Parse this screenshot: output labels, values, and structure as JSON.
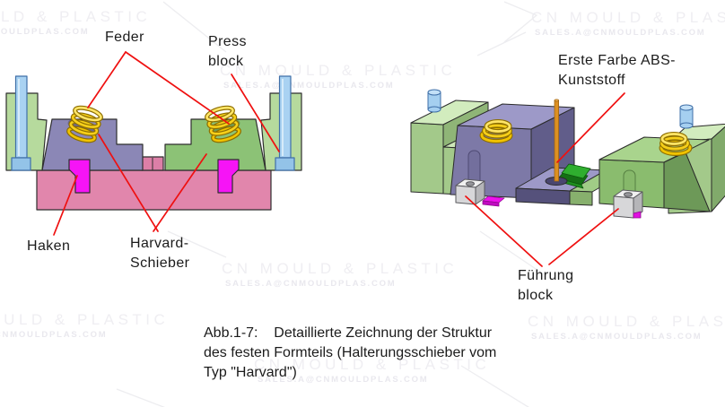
{
  "watermark": {
    "brand": "CN MOULD & PLASTIC",
    "email": "SALES.A@CNMOULDPLAS.COM"
  },
  "left_view": {
    "label_feder": "Feder",
    "label_press_line1": "Press",
    "label_press_line2": "block",
    "label_haken": "Haken",
    "label_harvard_line1": "Harvard-",
    "label_harvard_line2": "Schieber"
  },
  "right_view": {
    "label_abs_line1": "Erste Farbe ABS-",
    "label_abs_line2": "Kunststoff",
    "label_fuehrung_line1": "Führung",
    "label_fuehrung_line2": "block"
  },
  "caption": {
    "line1": "Abb.1-7:    Detaillierte Zeichnung der Struktur",
    "line2": "des festen Formteils (Halterungsschieber vom",
    "line3": "Typ \"Harvard\")"
  },
  "colors": {
    "leader_line": "#ef1010",
    "clamp_block_green": "#b6da9d",
    "slider_purple": "#8b87b6",
    "slider_green": "#8cc276",
    "base_pink": "#e186ac",
    "hook_magenta": "#f614f6",
    "bolt_blue": "#a9d2f2",
    "spring_gold": "#f2c400",
    "sprue_orange": "#dd9022",
    "molded_part_green": "#2fae2f",
    "guide_block_gray": "#d7d7d9",
    "watermark_gray": "#efeef2"
  }
}
